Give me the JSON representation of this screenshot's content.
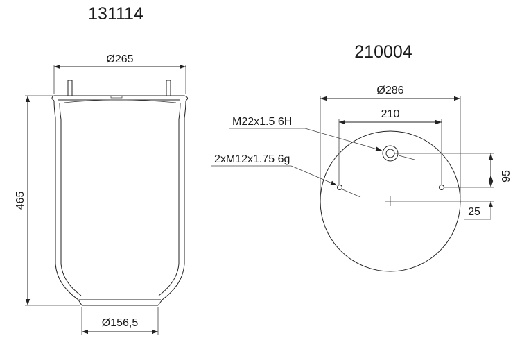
{
  "left_part": {
    "part_number": "131114",
    "top_diameter": "Ø265",
    "height": "465",
    "bottom_diameter": "Ø156,5"
  },
  "right_part": {
    "part_number": "210004",
    "outer_diameter": "Ø286",
    "bolt_spacing": "210",
    "center_port_thread": "M22x1.5 6H",
    "stud_thread": "2xM12x1.75 6g",
    "vertical_offset": "95",
    "center_offset": "25"
  },
  "colors": {
    "line": "#222222",
    "text": "#1a1a1a",
    "background": "#ffffff"
  }
}
